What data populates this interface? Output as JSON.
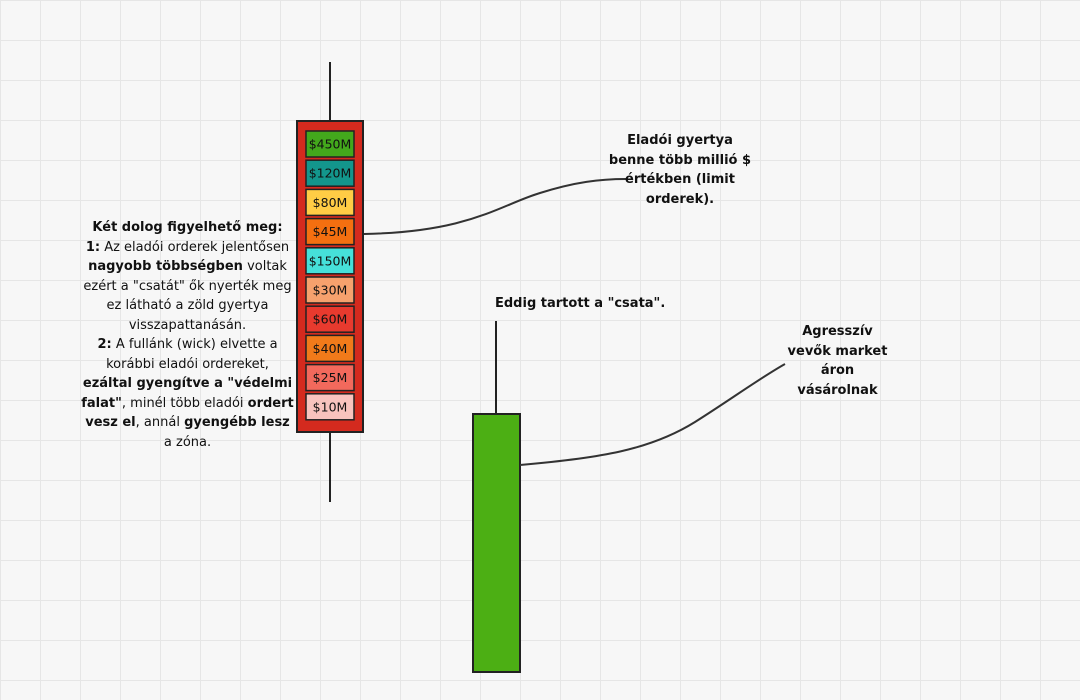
{
  "colors": {
    "sell_candle": "#d42a1e",
    "buy_candle": "#4caf14",
    "wick": "#222222",
    "connector": "#333333",
    "grid": "#e6e6e6"
  },
  "sell_orders": [
    {
      "label": "$450M",
      "color": "#43a81c"
    },
    {
      "label": "$120M",
      "color": "#13968c"
    },
    {
      "label": "$80M",
      "color": "#ffcc45"
    },
    {
      "label": "$45M",
      "color": "#f46f10"
    },
    {
      "label": "$150M",
      "color": "#46e0d9"
    },
    {
      "label": "$30M",
      "color": "#f6a16d"
    },
    {
      "label": "$60M",
      "color": "#e83a2e"
    },
    {
      "label": "$40M",
      "color": "#f17a1a"
    },
    {
      "label": "$25M",
      "color": "#f2695c"
    },
    {
      "label": "$10M",
      "color": "#f8c3be"
    }
  ],
  "notes": {
    "left": {
      "title": "Két dolog figyelhető meg:",
      "p1_num": "1:",
      "p1_a": " Az eladói orderek jelentősen ",
      "p1_b": "nagyobb többségben",
      "p1_c": " voltak ezért a \"csatát\" ők nyerték meg ez látható a zöld gyertya visszapattanásán.",
      "p2_num": "2:",
      "p2_a": " A fullánk (wick) elvette a korábbi eladói ordereket, ",
      "p2_b": "ezáltal gyengítve a \"védelmi falat\"",
      "p2_c": ", minél több eladói ",
      "p2_d": "ordert vesz el",
      "p2_e": ", annál ",
      "p2_f": "gyengébb lesz",
      "p2_g": " a zóna."
    },
    "sell_candle": "Eladói gyertya benne több millió $ értékben (limit orderek).",
    "battle": "Eddig tartott a \"csata\".",
    "buyers": "Agresszív vevők market áron vásárolnak"
  }
}
